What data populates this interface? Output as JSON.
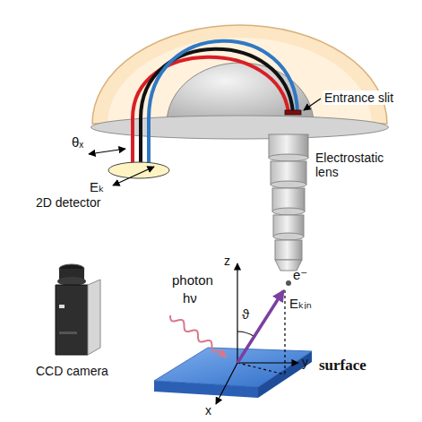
{
  "diagram": {
    "labels": [
      "Entrance slit",
      "Electrostatic lens",
      "θₓ",
      "Eₖ",
      "2D detector",
      "CCD camera",
      "photon",
      "hν",
      "e⁻",
      "Eₖᵢₙ",
      "z",
      "y",
      "x",
      "ϑ",
      "surface"
    ]
  }
}
